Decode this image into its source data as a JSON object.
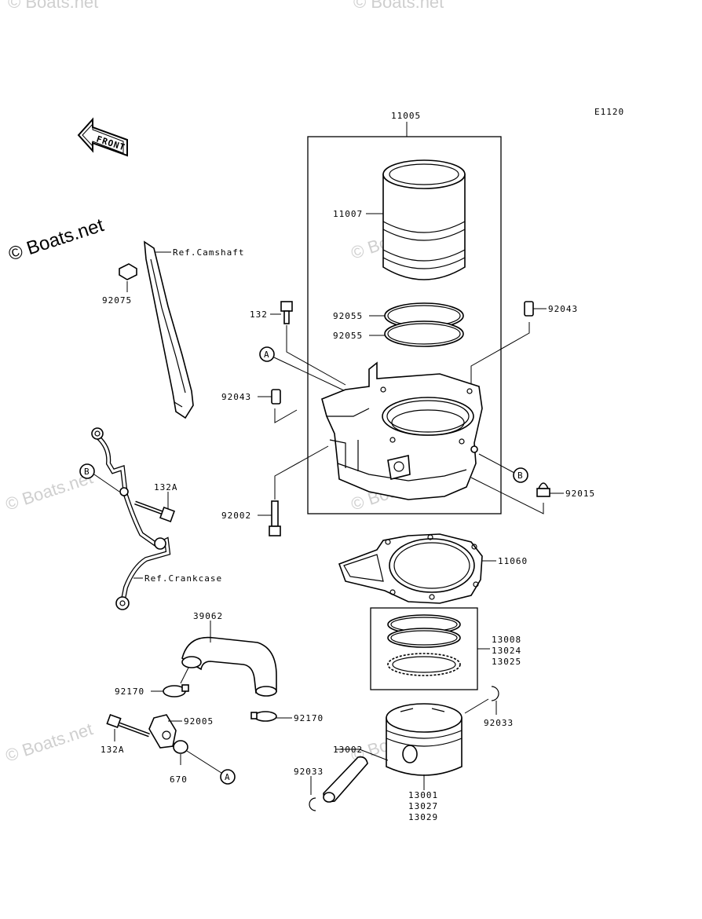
{
  "diagram_code": "E1120",
  "front_label": "FRONT",
  "watermark": "© Boats.net",
  "callouts": [
    {
      "id": "11005",
      "text": "11005"
    },
    {
      "id": "11007",
      "text": "11007"
    },
    {
      "id": "92055a",
      "text": "92055"
    },
    {
      "id": "92055b",
      "text": "92055"
    },
    {
      "id": "92043r",
      "text": "92043"
    },
    {
      "id": "132",
      "text": "132"
    },
    {
      "id": "92043l",
      "text": "92043"
    },
    {
      "id": "92015",
      "text": "92015"
    },
    {
      "id": "92002",
      "text": "92002"
    },
    {
      "id": "11060",
      "text": "11060"
    },
    {
      "id": "13008",
      "text": "13008"
    },
    {
      "id": "13024",
      "text": "13024"
    },
    {
      "id": "13025",
      "text": "13025"
    },
    {
      "id": "92033r",
      "text": "92033"
    },
    {
      "id": "13002",
      "text": "13002"
    },
    {
      "id": "92033l",
      "text": "92033"
    },
    {
      "id": "13001",
      "text": "13001"
    },
    {
      "id": "13027",
      "text": "13027"
    },
    {
      "id": "13029",
      "text": "13029"
    },
    {
      "id": "92075",
      "text": "92075"
    },
    {
      "id": "refCam",
      "text": "Ref.Camshaft"
    },
    {
      "id": "132A1",
      "text": "132A"
    },
    {
      "id": "refCrank",
      "text": "Ref.Crankcase"
    },
    {
      "id": "39062",
      "text": "39062"
    },
    {
      "id": "92170a",
      "text": "92170"
    },
    {
      "id": "92005",
      "text": "92005"
    },
    {
      "id": "92170b",
      "text": "92170"
    },
    {
      "id": "132A2",
      "text": "132A"
    },
    {
      "id": "670",
      "text": "670"
    }
  ],
  "ref_markers": [
    {
      "id": "A1",
      "text": "A"
    },
    {
      "id": "B1",
      "text": "B"
    },
    {
      "id": "B2",
      "text": "B"
    },
    {
      "id": "A2",
      "text": "A"
    }
  ]
}
